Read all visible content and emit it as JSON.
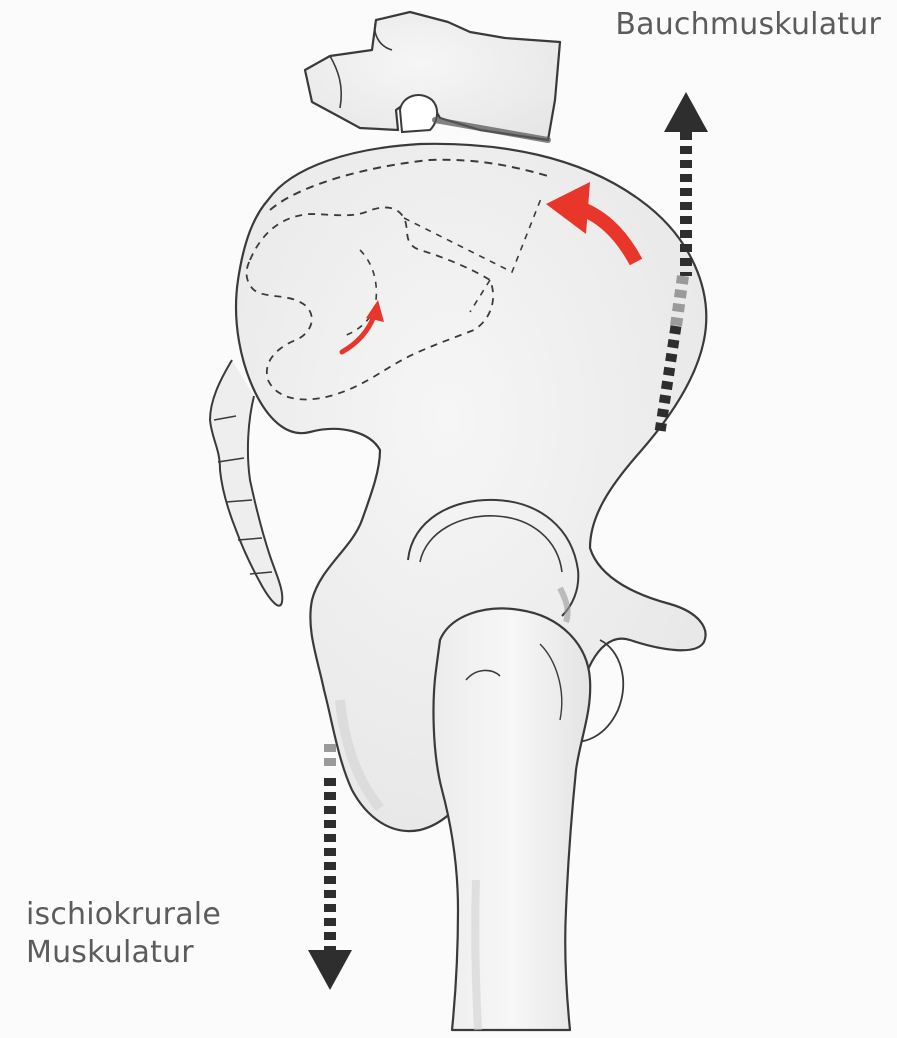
{
  "labels": {
    "abdominal_muscles": "Bauchmuskulatur",
    "hamstrings_line1": "ischiokrurale",
    "hamstrings_line2": "Muskulatur"
  },
  "colors": {
    "bone_fill": "#f2f2f2",
    "bone_outline": "#3a3a3a",
    "rotation_arrow": "#e8362a",
    "force_arrow": "#2e2e2e",
    "label_text": "#5c5c5c"
  }
}
